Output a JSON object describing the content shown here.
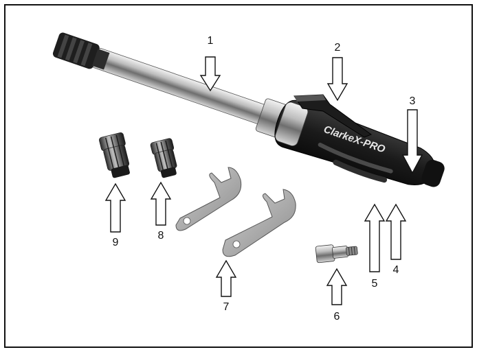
{
  "diagram": {
    "callouts": [
      {
        "id": "1",
        "label": "1",
        "direction": "down"
      },
      {
        "id": "2",
        "label": "2",
        "direction": "down"
      },
      {
        "id": "3",
        "label": "3",
        "direction": "down"
      },
      {
        "id": "4",
        "label": "4",
        "direction": "up"
      },
      {
        "id": "5",
        "label": "5",
        "direction": "up"
      },
      {
        "id": "6",
        "label": "6",
        "direction": "up"
      },
      {
        "id": "7",
        "label": "7",
        "direction": "up"
      },
      {
        "id": "8",
        "label": "8",
        "direction": "up"
      },
      {
        "id": "9",
        "label": "9",
        "direction": "up"
      }
    ],
    "brand_logo_text": "ClarkeX-PRO",
    "colors": {
      "frame": "#111111",
      "chrome": "#b9b9b9",
      "dark": "#1c1c1c",
      "spanner": "#a8a8a8"
    }
  }
}
